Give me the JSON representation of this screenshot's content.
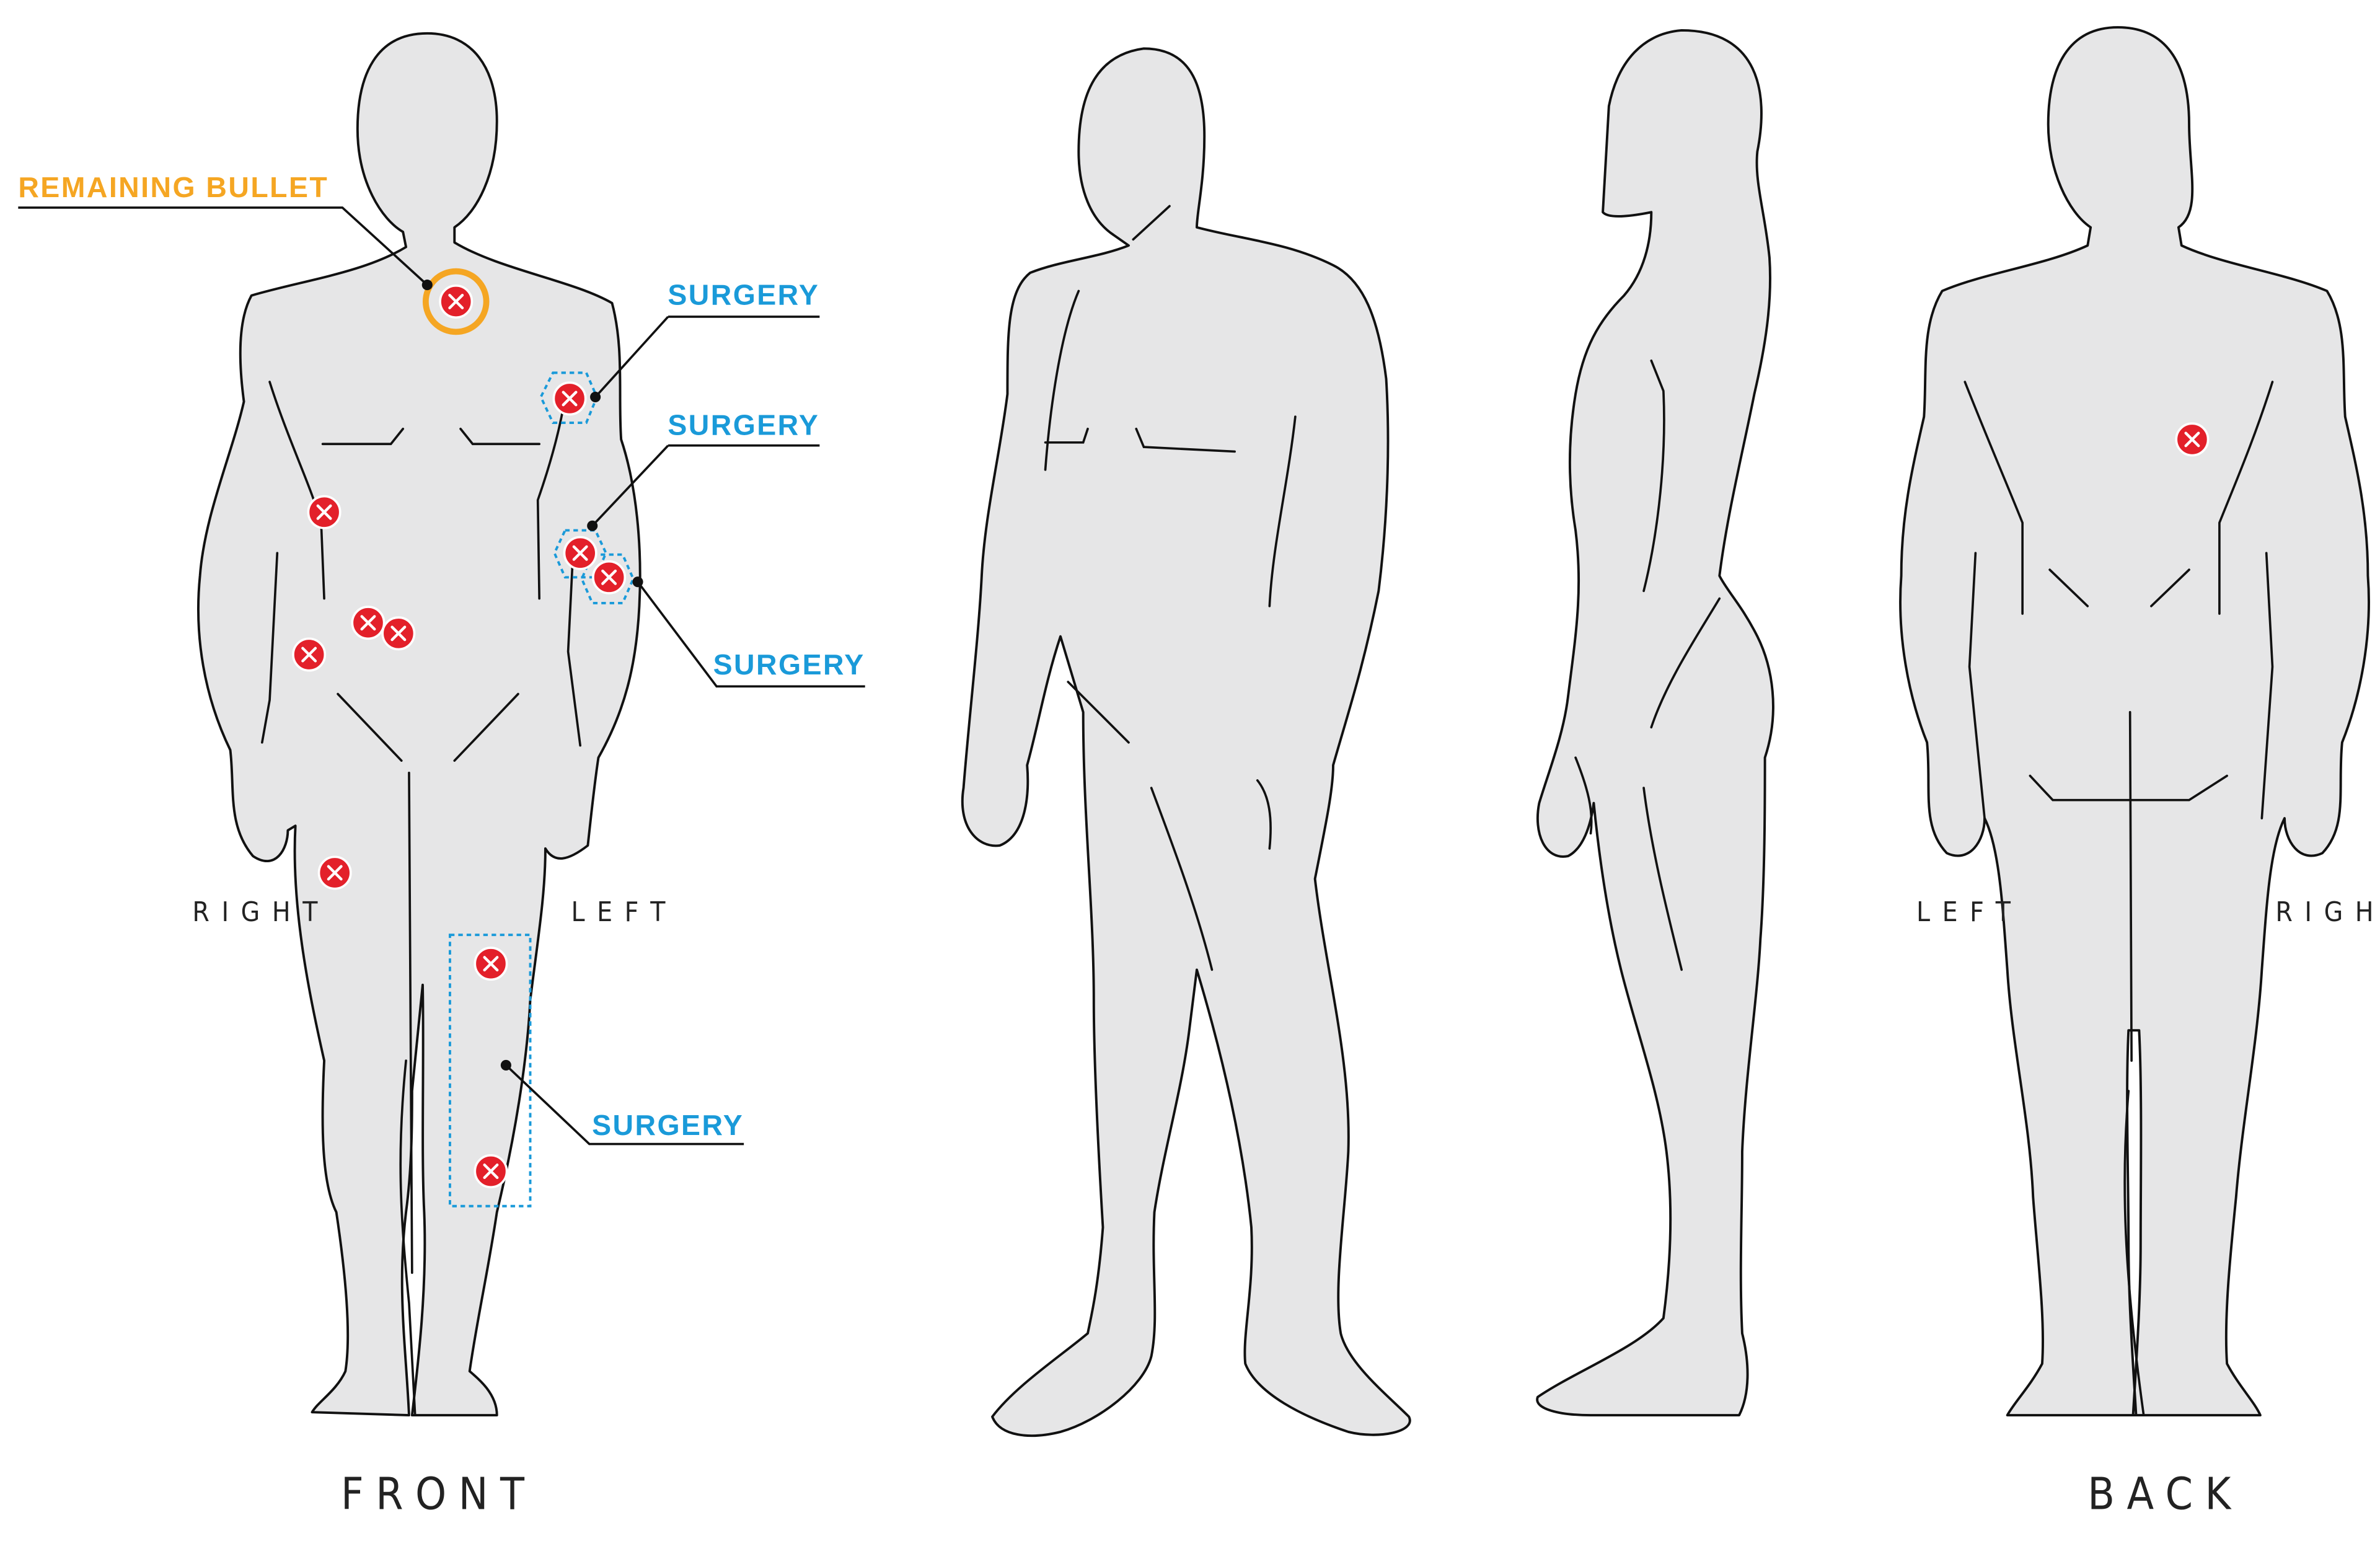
{
  "labels": {
    "remaining_bullet": "REMAINING BULLET",
    "surgery_1": "SURGERY",
    "surgery_2": "SURGERY",
    "surgery_3": "SURGERY",
    "surgery_4": "SURGERY",
    "front_right": "RIGHT",
    "front_left": "LEFT",
    "back_left": "LEFT",
    "back_right": "RIGHT",
    "front": "FRONT",
    "back": "BACK"
  },
  "colors": {
    "body_fill": "#e6e6e7",
    "outline": "#111111",
    "shadow": "#f3f3f3",
    "wound": "#e3202a",
    "remaining_bullet": "#f5a623",
    "surgery": "#1a9ad9"
  },
  "icons": {
    "wound_marker": "x-circle-icon"
  }
}
